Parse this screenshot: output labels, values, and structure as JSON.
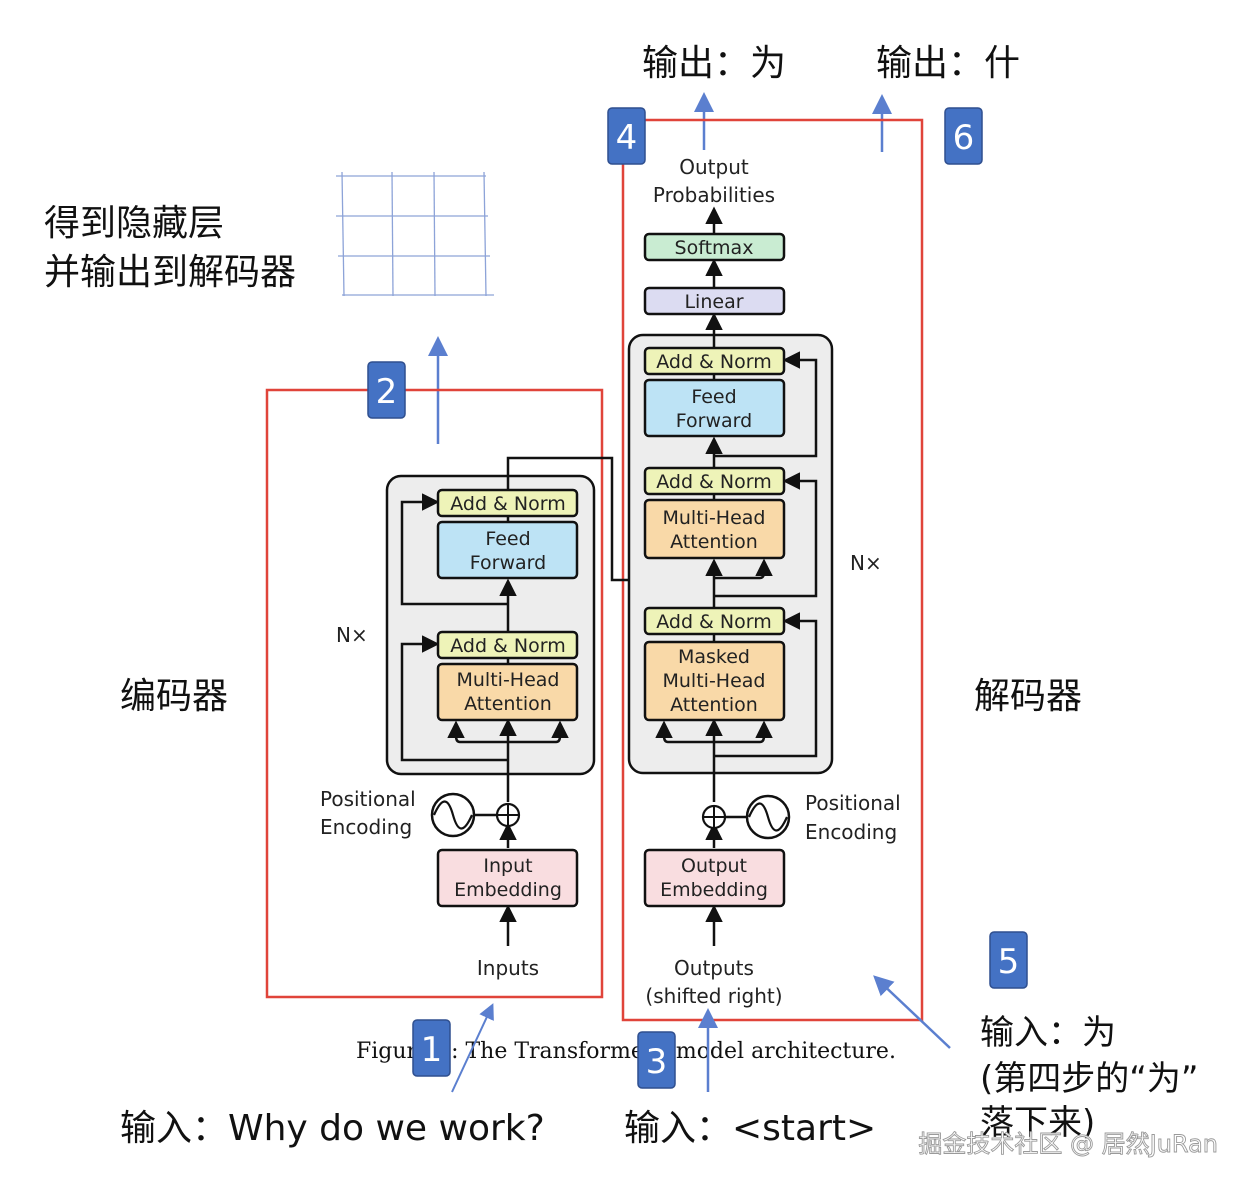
{
  "colors": {
    "red_frame": "#e0443a",
    "blue_badge": "#4472c4",
    "blue_arrow": "#5b7fcf",
    "add_norm": "#eef3b8",
    "feed_forward": "#bde3f5",
    "attention": "#f9d9a8",
    "embedding": "#f9dde0",
    "linear": "#dcdcf2",
    "softmax": "#c9ecd2",
    "stack_bg": "#ededed"
  },
  "top_outputs": {
    "left": "输出：为",
    "right": "输出：什"
  },
  "hidden_state": {
    "line1": "得到隐藏层",
    "line2": "并输出到解码器"
  },
  "side_labels": {
    "encoder": "编码器",
    "decoder": "解码器"
  },
  "badges": {
    "b1": "1",
    "b2": "2",
    "b3": "3",
    "b4": "4",
    "b5": "5",
    "b6": "6"
  },
  "encoder": {
    "add_norm_top": "Add & Norm",
    "feed_forward_l1": "Feed",
    "feed_forward_l2": "Forward",
    "add_norm_bottom": "Add & Norm",
    "attention_l1": "Multi-Head",
    "attention_l2": "Attention",
    "nx": "N×",
    "positional_l1": "Positional",
    "positional_l2": "Encoding",
    "embedding_l1": "Input",
    "embedding_l2": "Embedding",
    "inputs": "Inputs"
  },
  "decoder": {
    "output_probs_l1": "Output",
    "output_probs_l2": "Probabilities",
    "softmax": "Softmax",
    "linear": "Linear",
    "add_norm_3": "Add & Norm",
    "feed_forward_l1": "Feed",
    "feed_forward_l2": "Forward",
    "add_norm_2": "Add & Norm",
    "attention_l1": "Multi-Head",
    "attention_l2": "Attention",
    "add_norm_1": "Add & Norm",
    "masked_l1": "Masked",
    "masked_l2": "Multi-Head",
    "masked_l3": "Attention",
    "nx": "N×",
    "positional_l1": "Positional",
    "positional_l2": "Encoding",
    "embedding_l1": "Output",
    "embedding_l2": "Embedding",
    "outputs_l1": "Outputs",
    "outputs_l2": "(shifted right)"
  },
  "caption": "Figure 1: The Transformer - model architecture.",
  "bottom_inputs": {
    "encoder_input": "输入：Why do we work?",
    "decoder_input": "输入：<start>",
    "step5_l1": "输入：为",
    "step5_l2": "(第四步的“为”",
    "step5_l3": "落下来)"
  },
  "watermark": "掘金技术社区 @ 居然JuRan"
}
